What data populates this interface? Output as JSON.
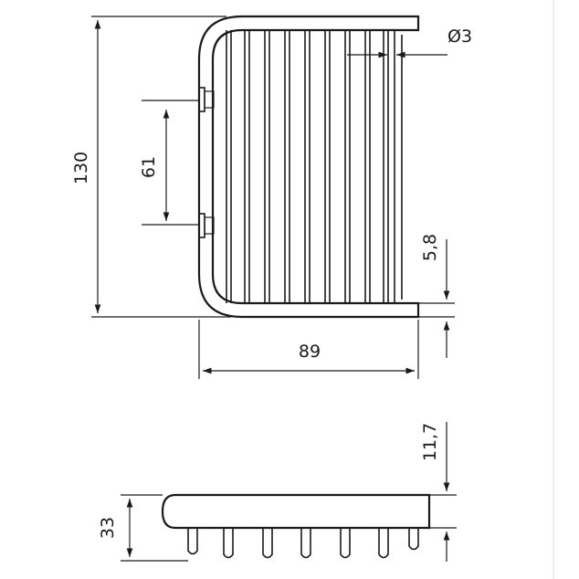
{
  "dimensions": {
    "total_height": "130",
    "mount_spacing": "61",
    "rod_diameter": "Ø3",
    "gap_bottom": "5,8",
    "depth": "89",
    "rim_height": "11,7",
    "total_side_height": "33"
  },
  "colors": {
    "ink": "#1a1a1a",
    "background": "#ffffff"
  }
}
